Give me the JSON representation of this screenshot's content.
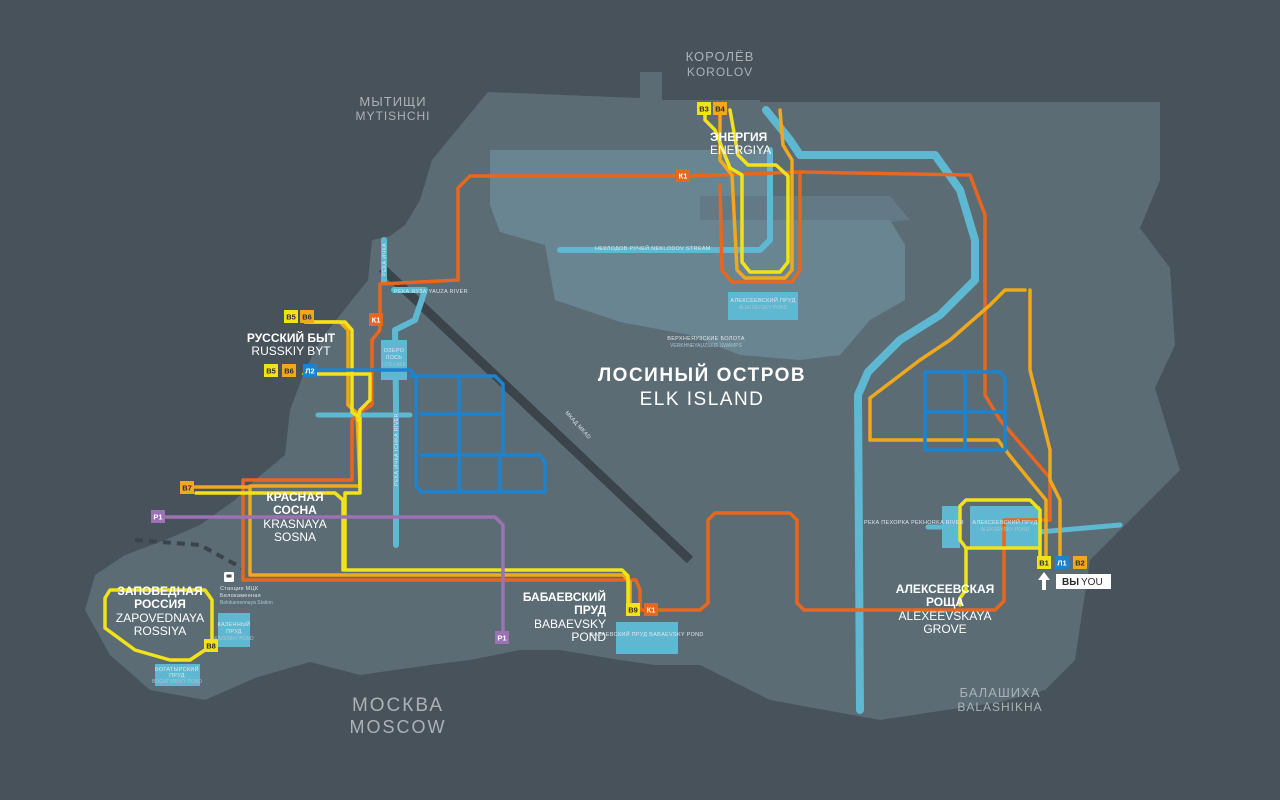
{
  "cities": [
    {
      "id": "mytishchi",
      "ru": "МЫТИЩИ",
      "en": "MYTISHCHI"
    },
    {
      "id": "korolev",
      "ru": "КОРОЛЁВ",
      "en": "KOROLOV"
    },
    {
      "id": "moscow",
      "ru": "МОСКВА",
      "en": "MOSCOW"
    },
    {
      "id": "balashikha",
      "ru": "БАЛАШИХА",
      "en": "BALASHIKHA"
    }
  ],
  "park": {
    "ru": "ЛОСИНЫЙ ОСТРОВ",
    "en": "ELK ISLAND"
  },
  "areas": [
    {
      "id": "energiya",
      "ru": "ЭНЕРГИЯ",
      "en": "ENERGIYA"
    },
    {
      "id": "russkiy-byt",
      "ru": "РУССКИЙ БЫТ",
      "en": "RUSSKIY BYT"
    },
    {
      "id": "krasnaya-sosna",
      "ru1": "КРАСНАЯ",
      "ru2": "СОСНА",
      "en1": "KRASNAYA",
      "en2": "SOSNA"
    },
    {
      "id": "zapovednaya",
      "ru1": "ЗАПОВЕДНАЯ",
      "ru2": "РОССИЯ",
      "en1": "ZAPOVEDNAYA",
      "en2": "ROSSIYA"
    },
    {
      "id": "babaevsky",
      "ru1": "БАБАЕВСКИЙ",
      "ru2": "ПРУД",
      "en1": "BABAEVSKY",
      "en2": "POND"
    },
    {
      "id": "alekseevskaya",
      "ru1": "АЛЕКСЕЕВСКАЯ",
      "ru2": "РОЩА",
      "en1": "ALEXEEVSKAYA",
      "en2": "GROVE"
    }
  ],
  "small_labels": {
    "neklodov": "НЕКЛОДОВ РУЧЕЙ NEKLODOV STREAM",
    "alekseevsky_pond_ru": "АЛЕКСЕЕВСКИЙ ПРУД",
    "alekseevsky_pond_en": "ALEKSEVSKY POND",
    "swamps_ru": "ВЕРХНЕЯУЗСКИЕ БОЛОТА",
    "swamps_en": "VERKHNEYAUZSKIE SWAMPS",
    "mkad": "МКАД MKAD",
    "pekhorka": "РЕКА ПЕХОРКА PEKHORKA RIVER",
    "alekseevsky_pond2_ru": "АЛЕКСЕЕВСКИЙ ПРУД",
    "alekseevsky_pond2_en": "ALEKSEVSKY POND",
    "babaevsky_pond": "БАБАЕВСКИЙ ПРУД BABAEVSKY POND",
    "yauza": "РЕКА ЯУЗА YAUZA RIVER",
    "lake_ru": "ОЗЕРО",
    "lake_ru2": "ЛОСЬ",
    "lake_en": "LOS LAKE",
    "ichka": "РЕКА ИЧКА",
    "ichka_river": "РЕКА ИЧКА ICHKA RIVER",
    "kazenny_ru1": "КАЗЕННЫЙ",
    "kazenny_ru2": "ПРУД",
    "kazenny_en": "KAZENNY POND",
    "bogatyrsky_ru1": "БОГАТЫРСКИЙ",
    "bogatyrsky_ru2": "ПРУД",
    "bogatyrsky_en": "BOGATYRSKY POND",
    "station_ru": "Станция МЦК",
    "station_ru2": "Белокаменная",
    "station_en": "Belokamennaya Station"
  },
  "badges": [
    {
      "id": "b3",
      "text": "В3",
      "color": "#f2e21a"
    },
    {
      "id": "b4",
      "text": "В4",
      "color": "#f0a81c"
    },
    {
      "id": "k1-top",
      "text": "К1",
      "color": "#e8661e"
    },
    {
      "id": "b5-top",
      "text": "В5",
      "color": "#f2e21a"
    },
    {
      "id": "b6-top",
      "text": "В6",
      "color": "#f0a81c"
    },
    {
      "id": "k1-left",
      "text": "К1",
      "color": "#e8661e"
    },
    {
      "id": "b5-mid",
      "text": "В5",
      "color": "#f2e21a"
    },
    {
      "id": "b6-mid",
      "text": "В6",
      "color": "#f0a81c"
    },
    {
      "id": "l2",
      "text": "Л2",
      "color": "#1f82cc"
    },
    {
      "id": "b7",
      "text": "В7",
      "color": "#f0a81c"
    },
    {
      "id": "p1-left",
      "text": "Р1",
      "color": "#9b72b4"
    },
    {
      "id": "p1-bottom",
      "text": "Р1",
      "color": "#9b72b4"
    },
    {
      "id": "b8",
      "text": "В8",
      "color": "#f2e21a"
    },
    {
      "id": "b9",
      "text": "В9",
      "color": "#f2e21a"
    },
    {
      "id": "k1-bottom",
      "text": "К1",
      "color": "#e8661e"
    },
    {
      "id": "b1",
      "text": "В1",
      "color": "#f2e21a"
    },
    {
      "id": "l1",
      "text": "Л1",
      "color": "#1f82cc"
    },
    {
      "id": "b2",
      "text": "В2",
      "color": "#f0a81c"
    }
  ],
  "you_are_here": {
    "ru": "ВЫ",
    "en": "YOU"
  },
  "colors": {
    "background": "#48525a",
    "land": "#5b6c75",
    "clearing": "#6a8592",
    "water": "#5fb8d2",
    "orange": "#e8661e",
    "amber": "#f0a81c",
    "yellow": "#f2e21a",
    "blue": "#1f82cc",
    "purple": "#9b72b4"
  }
}
